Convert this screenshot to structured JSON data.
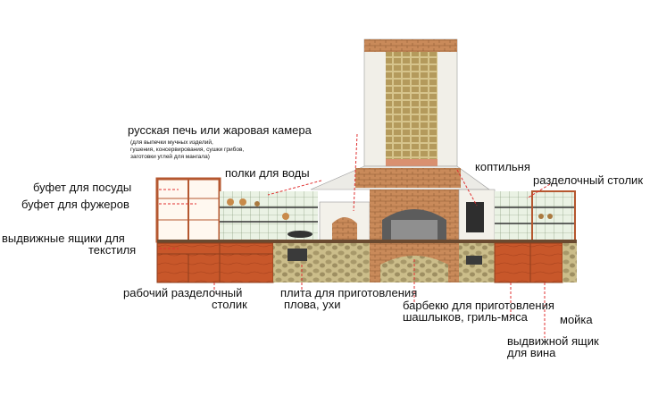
{
  "labels": {
    "oven": "русская печь или жаровая камера",
    "oven_note_1": "(для выпечки мучных изделий,",
    "oven_note_2": "гушения, консервирования, сушки грибов,",
    "oven_note_3": "заготовки углей для мангала)",
    "shelves": "полки для воды",
    "dish_cabinet": "буфет для посуды",
    "glass_cabinet": "буфет для фужеров",
    "textile_1": "выдвижные ящики для",
    "textile_2": "текстиля",
    "smokehouse": "коптильня",
    "cutting_table_right": "разделочный столик",
    "work_table_1": "рабочий разделочный",
    "work_table_2": "столик",
    "stove_1": "плита для приготовления",
    "stove_2": "плова, ухи",
    "bbq_1": "барбекю для приготовления",
    "bbq_2": "шашлыков, гриль-мяса",
    "sink": "мойка",
    "wine_1": "выдвижной ящик",
    "wine_2": "для вина"
  },
  "colors": {
    "brick": "#c98a5a",
    "brick_dark": "#a8663a",
    "stone": "#bfae7a",
    "wood": "#c8572a",
    "leader": "#e03030"
  }
}
